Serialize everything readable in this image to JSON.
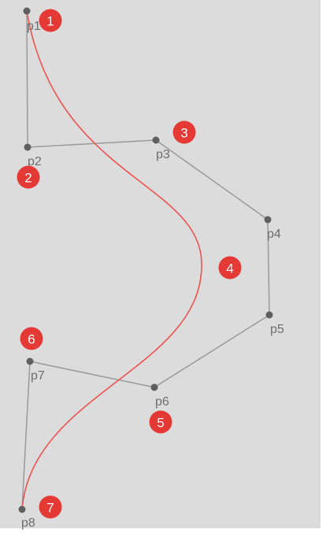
{
  "control_points": [
    {
      "id": "p1",
      "label": "p1"
    },
    {
      "id": "p2",
      "label": "p2"
    },
    {
      "id": "p3",
      "label": "p3"
    },
    {
      "id": "p4",
      "label": "p4"
    },
    {
      "id": "p5",
      "label": "p5"
    },
    {
      "id": "p6",
      "label": "p6"
    },
    {
      "id": "p7",
      "label": "p7"
    },
    {
      "id": "p8",
      "label": "p8"
    }
  ],
  "badges": [
    {
      "id": "b1",
      "label": "1"
    },
    {
      "id": "b2",
      "label": "2"
    },
    {
      "id": "b3",
      "label": "3"
    },
    {
      "id": "b4",
      "label": "4"
    },
    {
      "id": "b5",
      "label": "5"
    },
    {
      "id": "b6",
      "label": "6"
    },
    {
      "id": "b7",
      "label": "7"
    }
  ],
  "colors": {
    "background": "#dcdcdc",
    "polyline": "#9a9a9a",
    "point": "#5f5f5f",
    "curve": "#ef5350",
    "badge": "#e53935",
    "badge_text": "#ffffff",
    "label": "#6e6e6e"
  }
}
